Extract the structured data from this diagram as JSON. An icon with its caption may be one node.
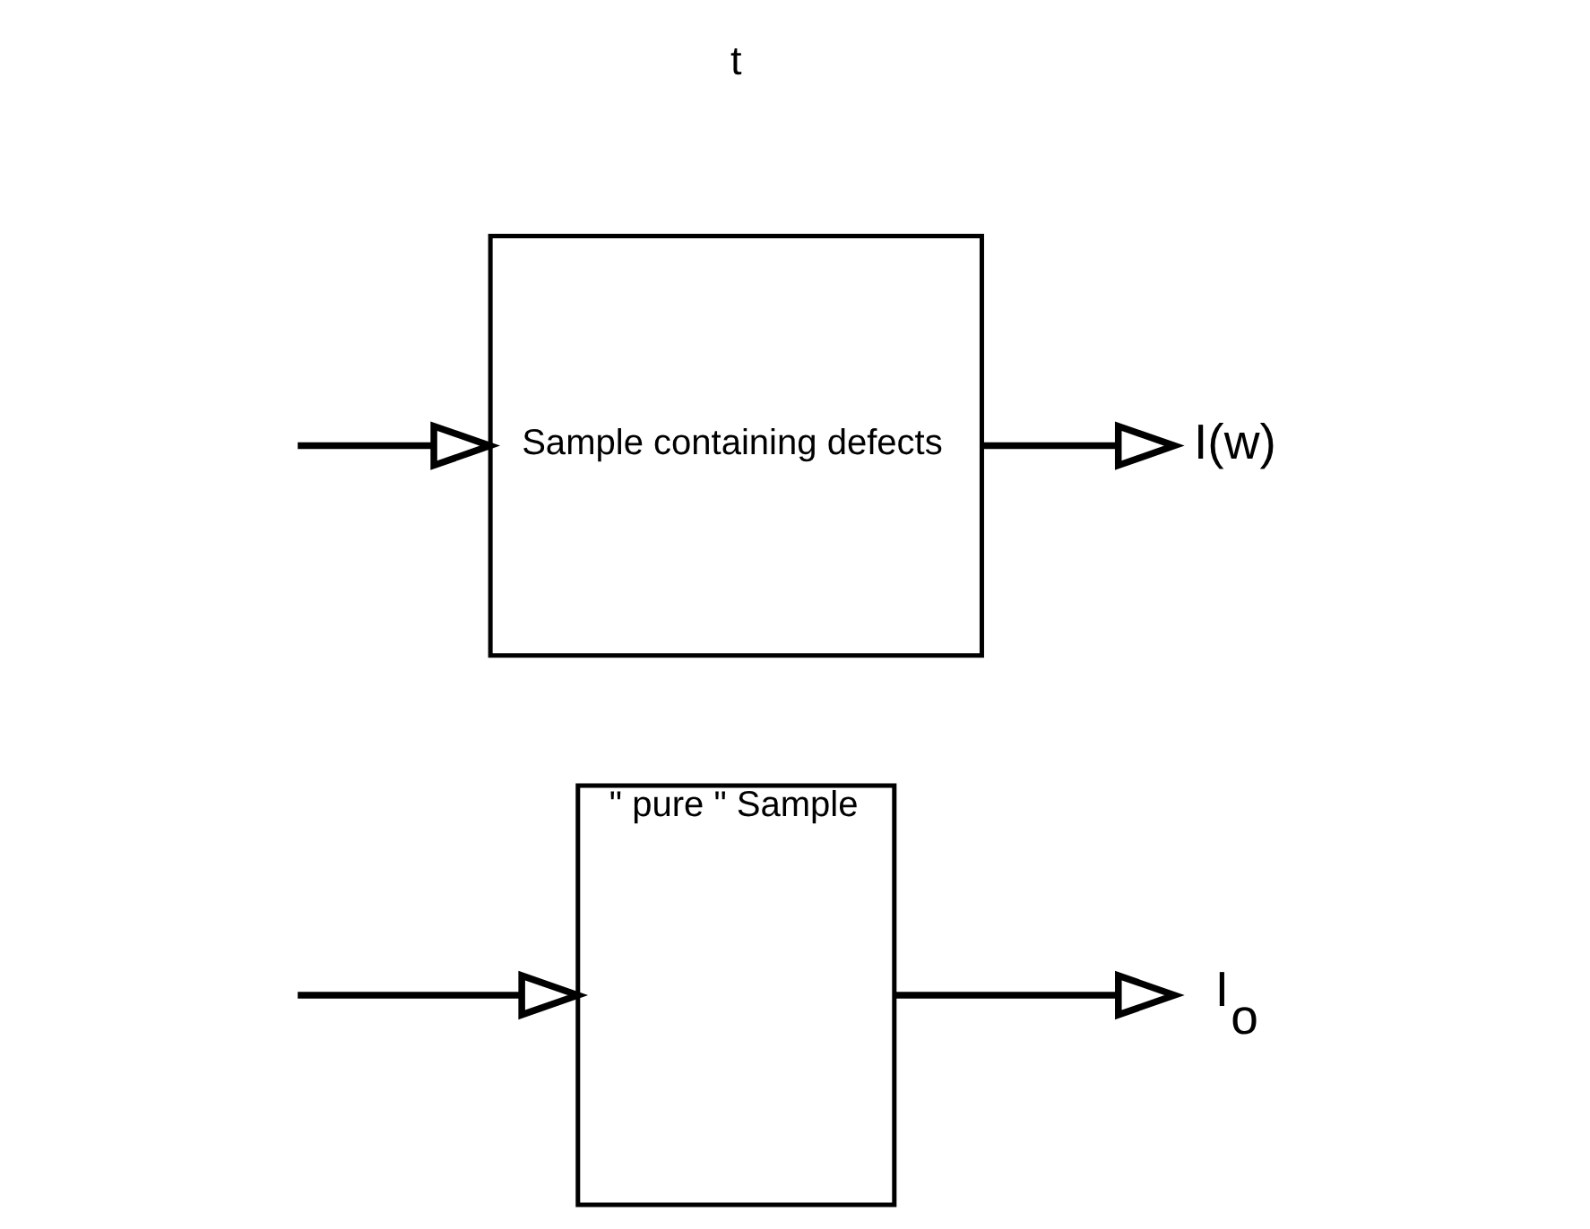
{
  "diagram": {
    "nodes": [
      {
        "text": [
          "\" pure \" Sample"
        ]
      },
      {
        "text": [
          "I$_{o}$"
        ]
      },
      {
        "text": [
          "Sample containing defects"
        ]
      },
      {
        "text": [
          "I(w)"
        ]
      }
    ],
    "edges": [
      {
        "from": null,
        "to": 0,
        "arrow": "to"
      },
      {
        "from": 0,
        "to": 1,
        "arrow": "to"
      },
      {
        "from": null,
        "to": 2,
        "arrow": "to"
      },
      {
        "from": 2,
        "to": 3,
        "arrow": "to"
      }
    ],
    "labels": [
      "t"
    ]
  }
}
